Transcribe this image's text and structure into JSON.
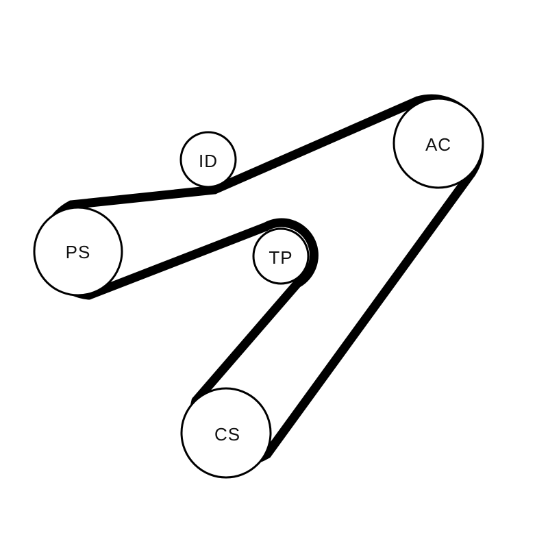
{
  "pulleys": {
    "id": {
      "label": "ID"
    },
    "ac": {
      "label": "AC"
    },
    "ps": {
      "label": "PS"
    },
    "tp": {
      "label": "TP"
    },
    "cs": {
      "label": "CS"
    }
  },
  "colors": {
    "belt": "#000000",
    "background": "#ffffff"
  }
}
